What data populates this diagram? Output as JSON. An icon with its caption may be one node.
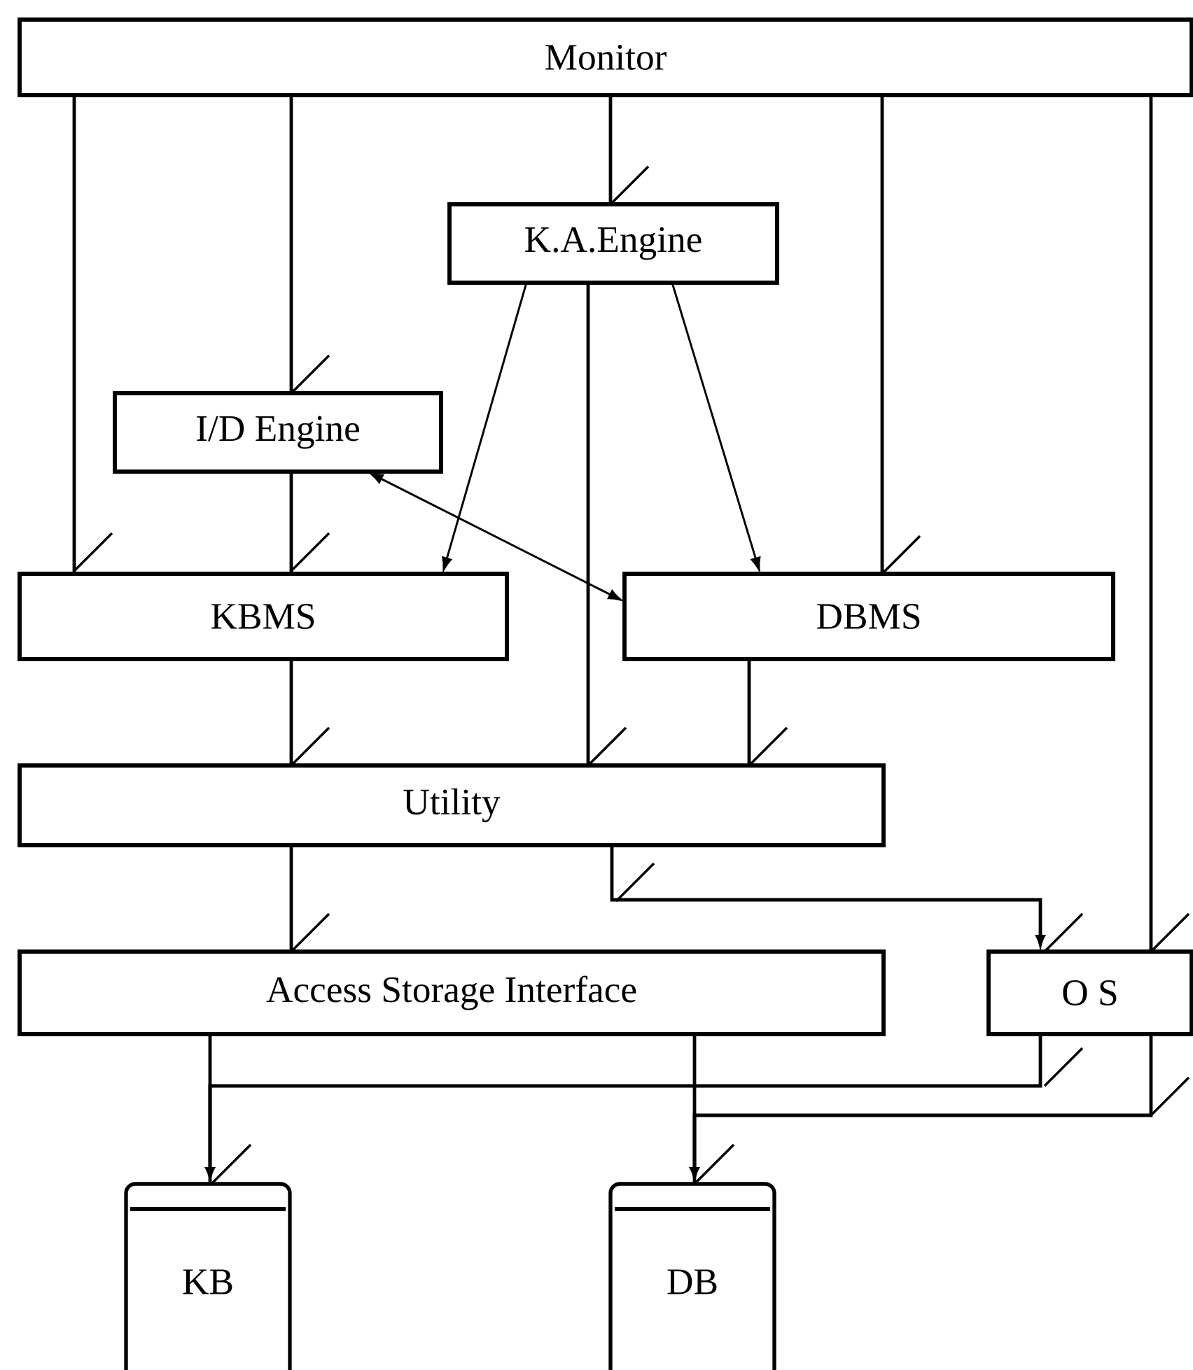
{
  "diagram": {
    "nodes": [
      {
        "text": [
          "Monitor"
        ]
      },
      {
        "text": [
          "K.A.Engine"
        ]
      },
      {
        "text": [
          "I/D Engine"
        ]
      },
      {
        "text": [
          "KBMS"
        ]
      },
      {
        "text": [
          "DBMS"
        ]
      },
      {
        "text": [
          "Utility"
        ]
      },
      {
        "text": [
          "Access Storage Interface"
        ]
      },
      {
        "text": [
          "O S"
        ]
      },
      {
        "text": [
          "KB"
        ]
      },
      {
        "text": [
          "DB"
        ]
      }
    ],
    "edges": [
      {
        "from": 0,
        "to": 3,
        "arrow": "none"
      },
      {
        "from": 0,
        "to": 2,
        "arrow": "none"
      },
      {
        "from": 0,
        "to": 1,
        "arrow": "none"
      },
      {
        "from": 0,
        "to": 4,
        "arrow": "none"
      },
      {
        "from": 0,
        "to": 7,
        "arrow": "none"
      },
      {
        "from": 2,
        "to": 3,
        "arrow": "none"
      },
      {
        "from": 1,
        "to": 3,
        "arrow": "to"
      },
      {
        "from": 1,
        "to": 4,
        "arrow": "to"
      },
      {
        "from": 1,
        "to": 5,
        "arrow": "none"
      },
      {
        "from": 2,
        "to": 4,
        "arrow": "both"
      },
      {
        "from": 3,
        "to": 5,
        "arrow": "none"
      },
      {
        "from": 4,
        "to": 5,
        "arrow": "none"
      },
      {
        "from": 5,
        "to": 6,
        "arrow": "none"
      },
      {
        "from": 5,
        "to": 7,
        "arrow": "to"
      },
      {
        "from": 6,
        "to": 8,
        "arrow": "none"
      },
      {
        "from": 6,
        "to": 9,
        "arrow": "none"
      },
      {
        "from": 7,
        "to": 8,
        "arrow": "to"
      },
      {
        "from": 7,
        "to": 9,
        "arrow": "to"
      }
    ]
  }
}
